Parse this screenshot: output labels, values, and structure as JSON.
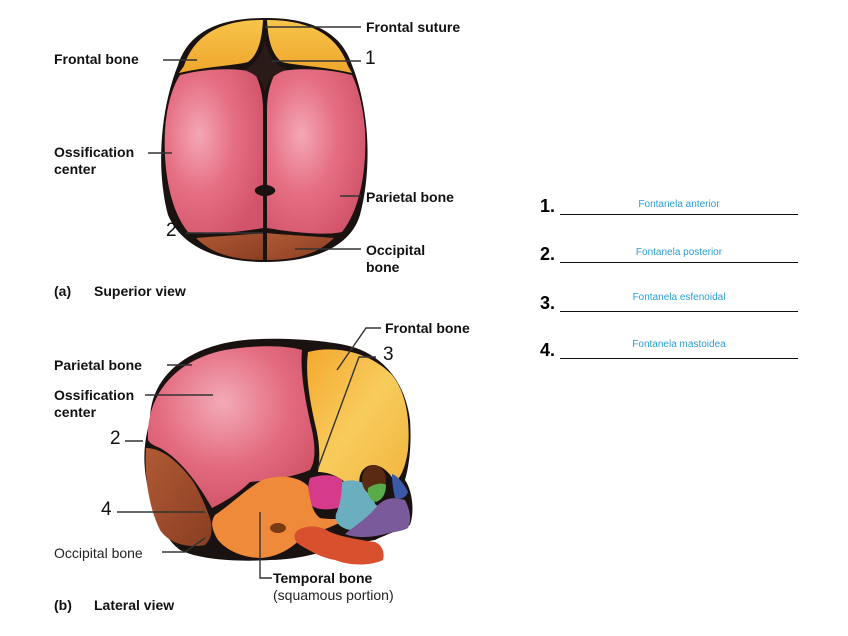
{
  "colors": {
    "frontal": "#f5b63a",
    "parietal": "#e0647a",
    "occipital": "#9a4a2a",
    "fontanelle": "#1a1210",
    "temporal": "#ef8a3a",
    "sphenoid": "#d63a8a",
    "zygomatic": "#6aaec0",
    "maxilla": "#7a5a9a",
    "mandible": "#d8502e",
    "nasal": "#3a5aa8",
    "ethmoid": "#5aaa4a",
    "answer_text": "#2a9fd6"
  },
  "superior_view": {
    "caption_letter": "(a)",
    "caption_title": "Superior view",
    "labels": {
      "frontal_suture": "Frontal suture",
      "frontal_bone": "Frontal bone",
      "marker_1": "1",
      "ossification_line1": "Ossification",
      "ossification_line2": "center",
      "parietal_bone": "Parietal bone",
      "marker_2": "2",
      "occipital_line1": "Occipital",
      "occipital_line2": "bone"
    }
  },
  "lateral_view": {
    "caption_letter": "(b)",
    "caption_title": "Lateral view",
    "labels": {
      "frontal_bone": "Frontal bone",
      "marker_3": "3",
      "parietal_bone": "Parietal bone",
      "ossification_line1": "Ossification",
      "ossification_line2": "center",
      "marker_2": "2",
      "marker_4": "4",
      "occipital_bone": "Occipital bone",
      "temporal_line1": "Temporal bone",
      "temporal_line2": "(squamous portion)"
    }
  },
  "answers": [
    {
      "number": "1.",
      "text": "Fontanela anterior"
    },
    {
      "number": "2.",
      "text": "Fontanela posterior"
    },
    {
      "number": "3.",
      "text": "Fontanela esfenoidal"
    },
    {
      "number": "4.",
      "text": "Fontanela mastoidea"
    }
  ]
}
